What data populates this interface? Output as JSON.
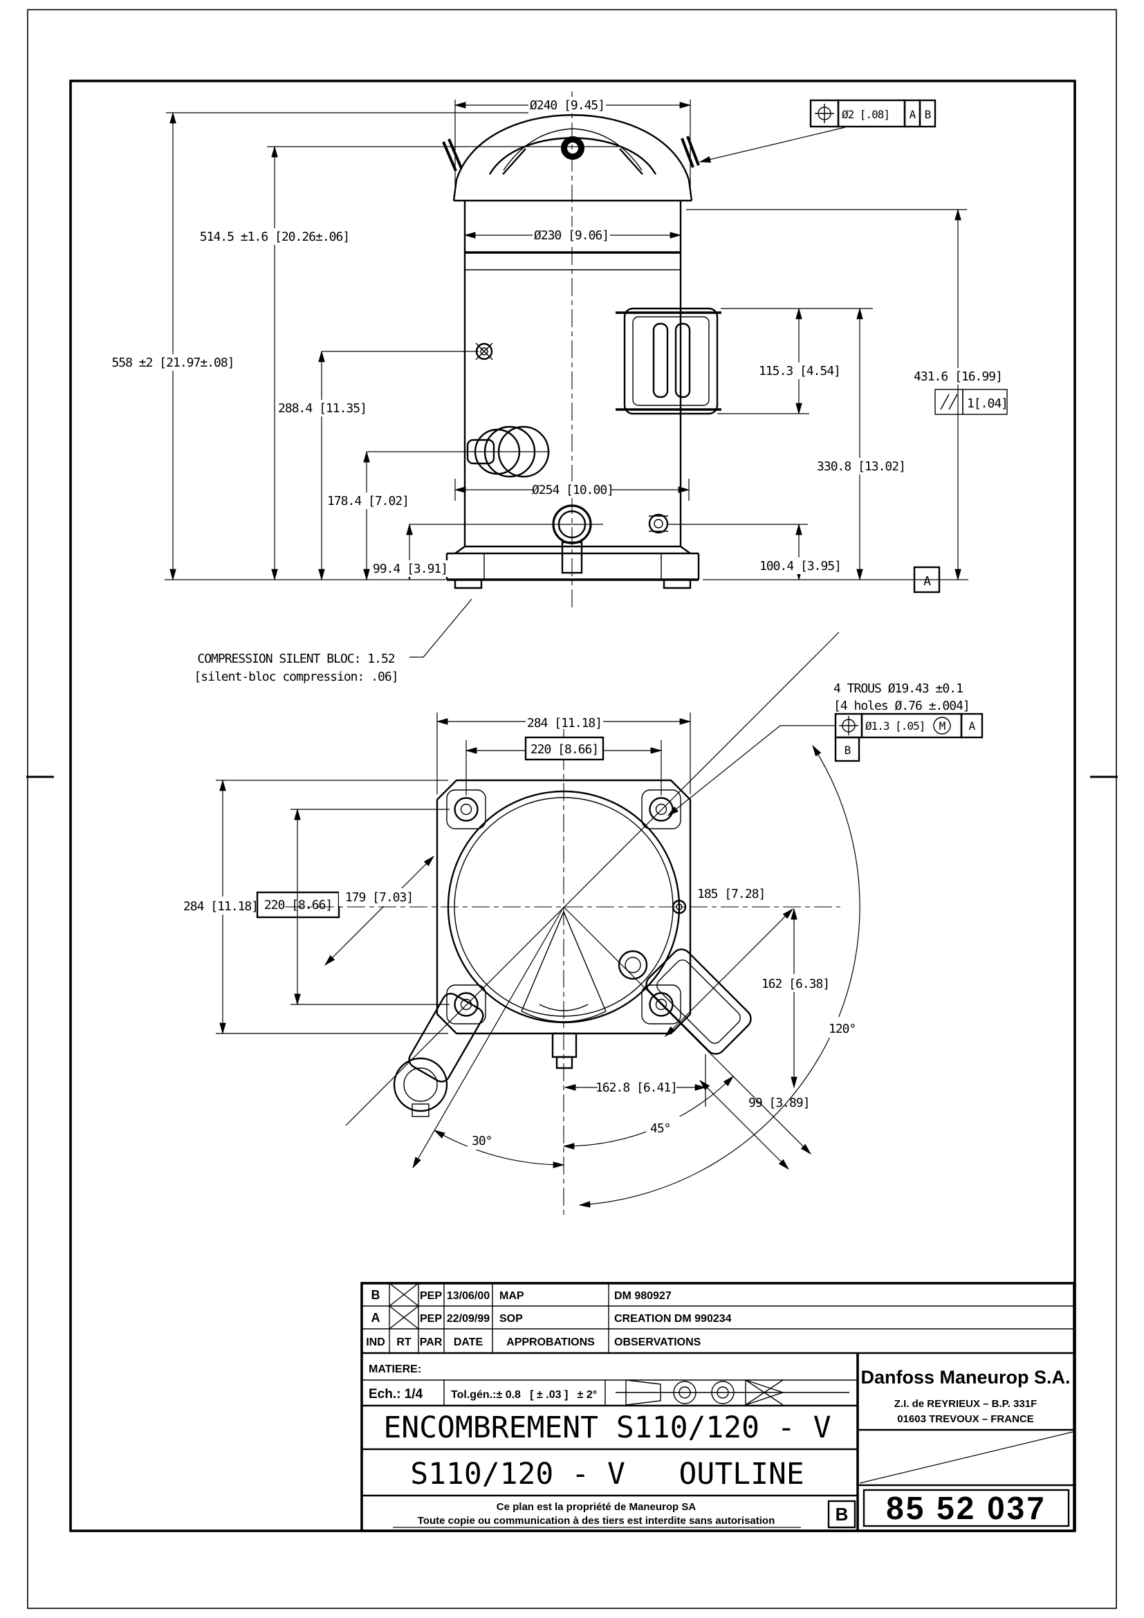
{
  "front": {
    "dia240": "Ø240 [9.45]",
    "dia230": "Ø230 [9.06]",
    "dia254": "Ø254 [10.00]",
    "h514": "514.5 ±1.6 [20.26±.06]",
    "h558": "558 ±2 [21.97±.08]",
    "h288": "288.4 [11.35]",
    "h178": "178.4 [7.02]",
    "h99": "99.4 [3.91]",
    "h115": "115.3 [4.54]",
    "h431": "431.6 [16.99]",
    "h330": "330.8 [13.02]",
    "h100": "100.4 [3.95]",
    "parallel": "1[.04]",
    "datum_a": "A",
    "fcf": {
      "value": "Ø2 [.08]",
      "d1": "A",
      "d2": "B"
    },
    "note1": "COMPRESSION SILENT BLOC: 1.52",
    "note2": "[silent-bloc compression: .06]"
  },
  "bottom": {
    "w284": "284 [11.18]",
    "w220": "220 [8.66]",
    "h284": "284 [11.18]",
    "h220": "220 [8.66]",
    "d179": "179 [7.03]",
    "d185": "185 [7.28]",
    "v162": "162 [6.38]",
    "h1628": "162.8 [6.41]",
    "d99": "99 [3.89]",
    "a120": "120°",
    "a45": "45°",
    "a30": "30°",
    "note1": "4 TROUS Ø19.43 ±0.1",
    "note2": "[4 holes Ø.76 ±.004]",
    "fcf": {
      "value": "Ø1.3 [.05]",
      "mod": "M",
      "d1": "A",
      "d2": "B"
    }
  },
  "tb": {
    "rev": [
      {
        "ind": "B",
        "par": "PEP",
        "date": "13/06/00",
        "app": "MAP",
        "obs": "DM 980927"
      },
      {
        "ind": "A",
        "par": "PEP",
        "date": "22/09/99",
        "app": "SOP",
        "obs": "CREATION DM 990234"
      }
    ],
    "h_ind": "IND",
    "h_rt": "RT",
    "h_par": "PAR",
    "h_date": "DATE",
    "h_app": "APPROBATIONS",
    "h_obs": "OBSERVATIONS",
    "matiere": "MATIERE:",
    "scale": "Ech.: 1/4",
    "tol": "Tol.gén.:± 0.8   [ ± .03 ]   ± 2°",
    "title_fr": "ENCOMBREMENT S110/120 - V",
    "title_en": "S110/120 - V   OUTLINE",
    "company": "Danfoss Maneurop S.A.",
    "addr1": "Z.I. de REYRIEUX – B.P. 331F",
    "addr2": "01603 TREVOUX – FRANCE",
    "number": "85 52 037",
    "rev_letter": "B",
    "footer1": "Ce plan est la propriété de Maneurop SA",
    "footer2": "Toute copie ou communication à des tiers est interdite sans autorisation"
  }
}
